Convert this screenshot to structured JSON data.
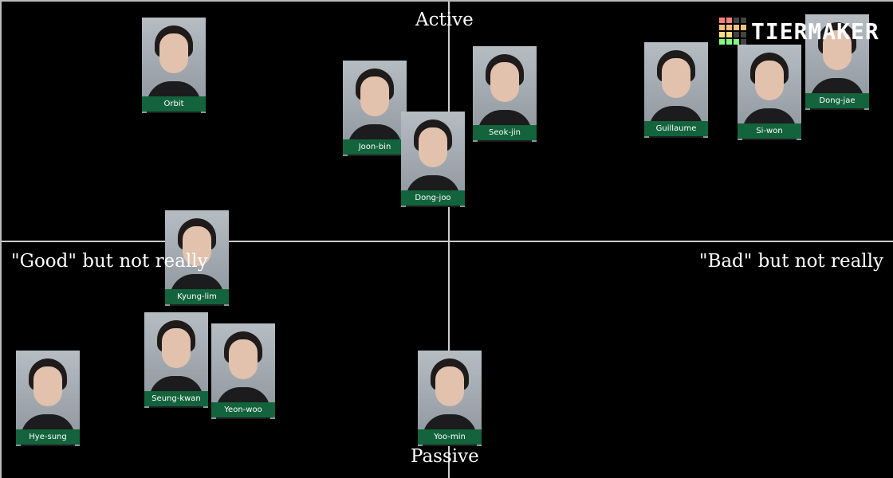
{
  "axes": {
    "top": "Active",
    "bottom": "Passive",
    "left": "\"Good\" but not really",
    "right": "\"Bad\" but not really"
  },
  "logo": {
    "text": "TIERMAKER",
    "grid_colors": [
      "#ff7f7f",
      "#ff7f7f",
      "#444",
      "#444",
      "#ffbf7f",
      "#ffbf7f",
      "#ffbf7f",
      "#ffbf7f",
      "#ffdf7f",
      "#ffdf7f",
      "#444",
      "#444",
      "#7fff7f",
      "#7fff7f",
      "#7fff7f",
      "#444"
    ]
  },
  "label_color": "#13633c",
  "cards": [
    {
      "name": "Orbit"
    },
    {
      "name": "Joon-bin"
    },
    {
      "name": "Seok-jin"
    },
    {
      "name": "Dong-joo"
    },
    {
      "name": "Guillaume"
    },
    {
      "name": "Dong-jae"
    },
    {
      "name": "Si-won"
    },
    {
      "name": "Kyung-lim"
    },
    {
      "name": "Seung-kwan"
    },
    {
      "name": "Yeon-woo"
    },
    {
      "name": "Hye-sung"
    },
    {
      "name": "Yoo-min"
    }
  ]
}
